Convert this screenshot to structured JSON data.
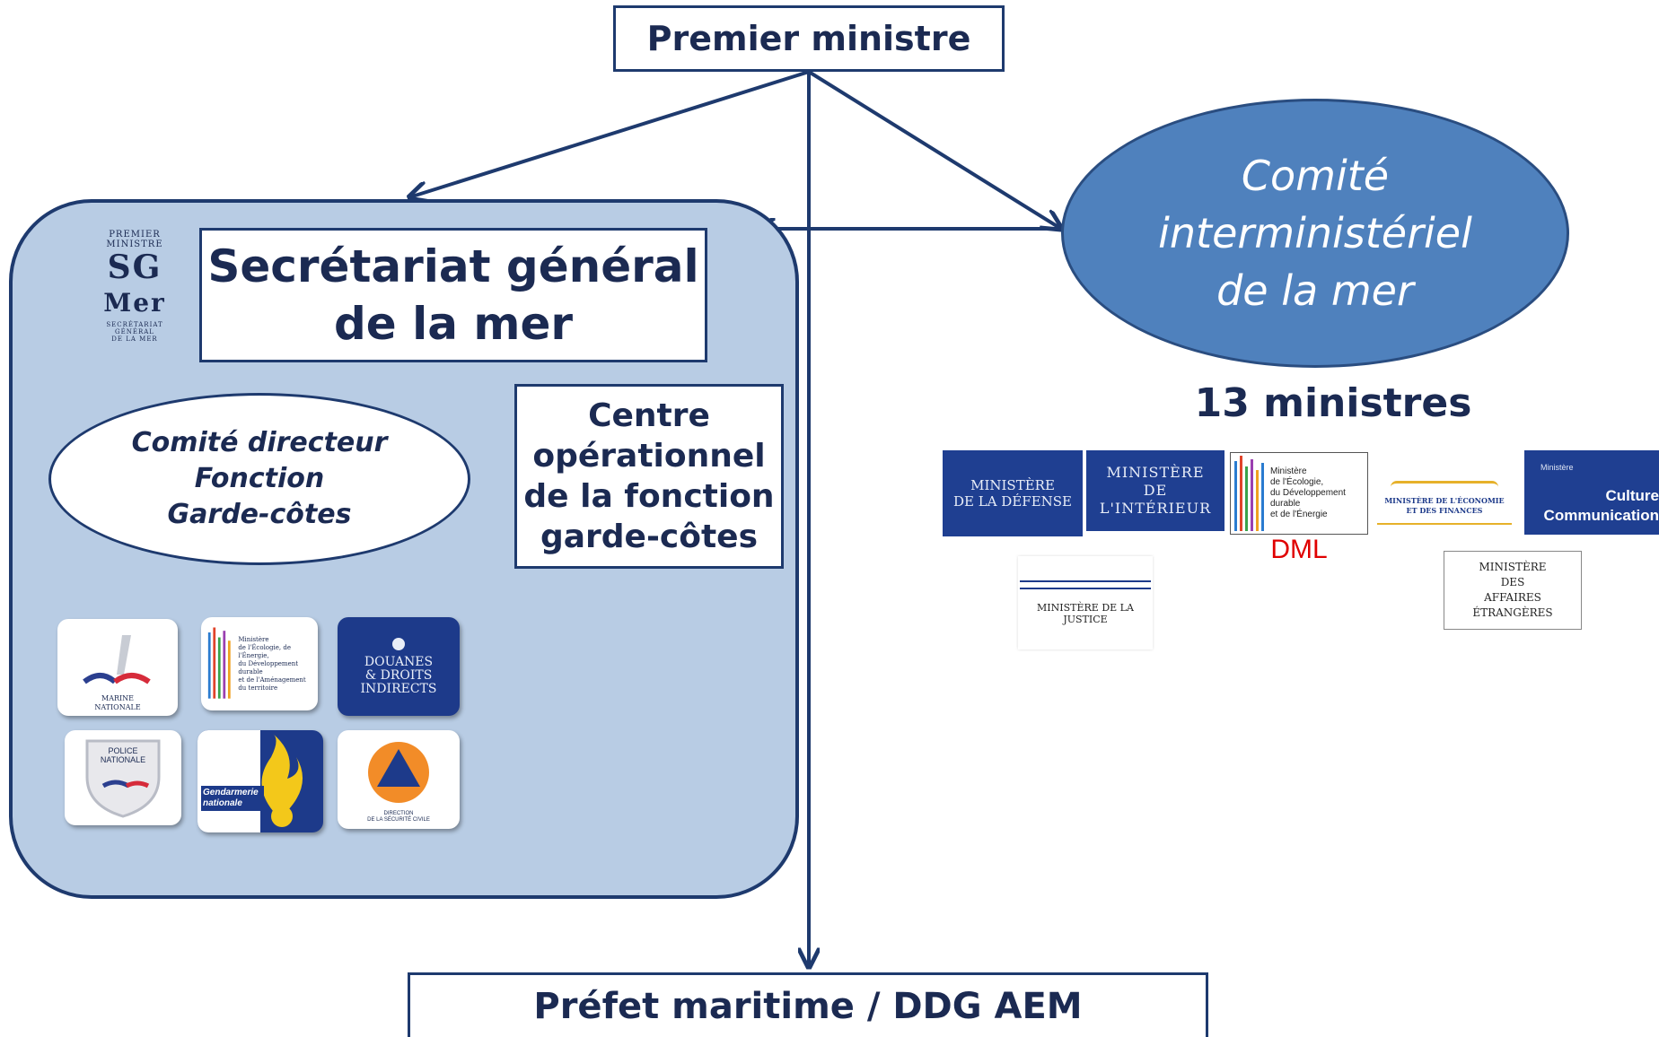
{
  "top_node": {
    "label": "Premier ministre"
  },
  "bottom_node": {
    "label": "Préfet maritime  / DDG AEM"
  },
  "secretariat": {
    "title": "Secrétariat général\nde la mer",
    "logo": {
      "top_text": "PREMIER\nMINISTRE",
      "letters_row1": "SG",
      "letters_row2": "Mer",
      "bottom_text": "SECRÉTARIAT\nGÉNÉRAL\nDE LA MER"
    },
    "committee": "Comité directeur\nFonction\nGarde-côtes",
    "centre": "Centre\nopérationnel\nde la fonction\ngarde-côtes",
    "tiles": [
      {
        "icon": "marine-nationale-logo",
        "text": "MARINE\nNATIONALE"
      },
      {
        "icon": "ecologie-ministry-logo",
        "text": "Ministère\nde l'Écologie, de l'Énergie,\ndu Développement durable\net de l'Aménagement\ndu territoire"
      },
      {
        "icon": "douanes-logo",
        "text": "DOUANES\n& DROITS\nINDIRECTS"
      },
      {
        "icon": "police-nationale-logo",
        "text": "POLICE\nNATIONALE"
      },
      {
        "icon": "gendarmerie-logo",
        "text": "Gendarmerie\nnationale"
      },
      {
        "icon": "securite-civile-logo",
        "text": "DIRECTION\nDE LA SÉCURITÉ CIVILE"
      }
    ]
  },
  "interministerial": {
    "label": "Comité\ninterministériel\nde la mer",
    "count_label": "13 ministres",
    "ministries": [
      {
        "icon": "defense-ministry-logo",
        "text": "MINISTÈRE\nDE LA DÉFENSE"
      },
      {
        "icon": "interieur-ministry-logo",
        "text": "MINISTÈRE\nDE\nL'INTÉRIEUR"
      },
      {
        "icon": "ecologie-ministry-logo",
        "text": "Ministère\nde l'Écologie,\ndu Développement\ndurable\net de l'Énergie"
      },
      {
        "icon": "economie-ministry-logo",
        "text": "MINISTÈRE DE L'ÉCONOMIE\nET DES FINANCES"
      },
      {
        "icon": "culture-ministry-logo",
        "text_top": "Ministère",
        "text": "Culture\nCommunication"
      },
      {
        "icon": "justice-ministry-logo",
        "text": "MINISTÈRE DE LA JUSTICE"
      },
      {
        "icon": "affaires-etrangeres-logo",
        "text": "MINISTÈRE\nDES\nAFFAIRES ÉTRANGÈRES"
      }
    ],
    "dml_label": "DML"
  },
  "colors": {
    "navy": "#1e3a6e",
    "panel_fill": "#b8cce4",
    "ellipse_fill": "#4f81bd",
    "dml_red": "#e00000"
  }
}
